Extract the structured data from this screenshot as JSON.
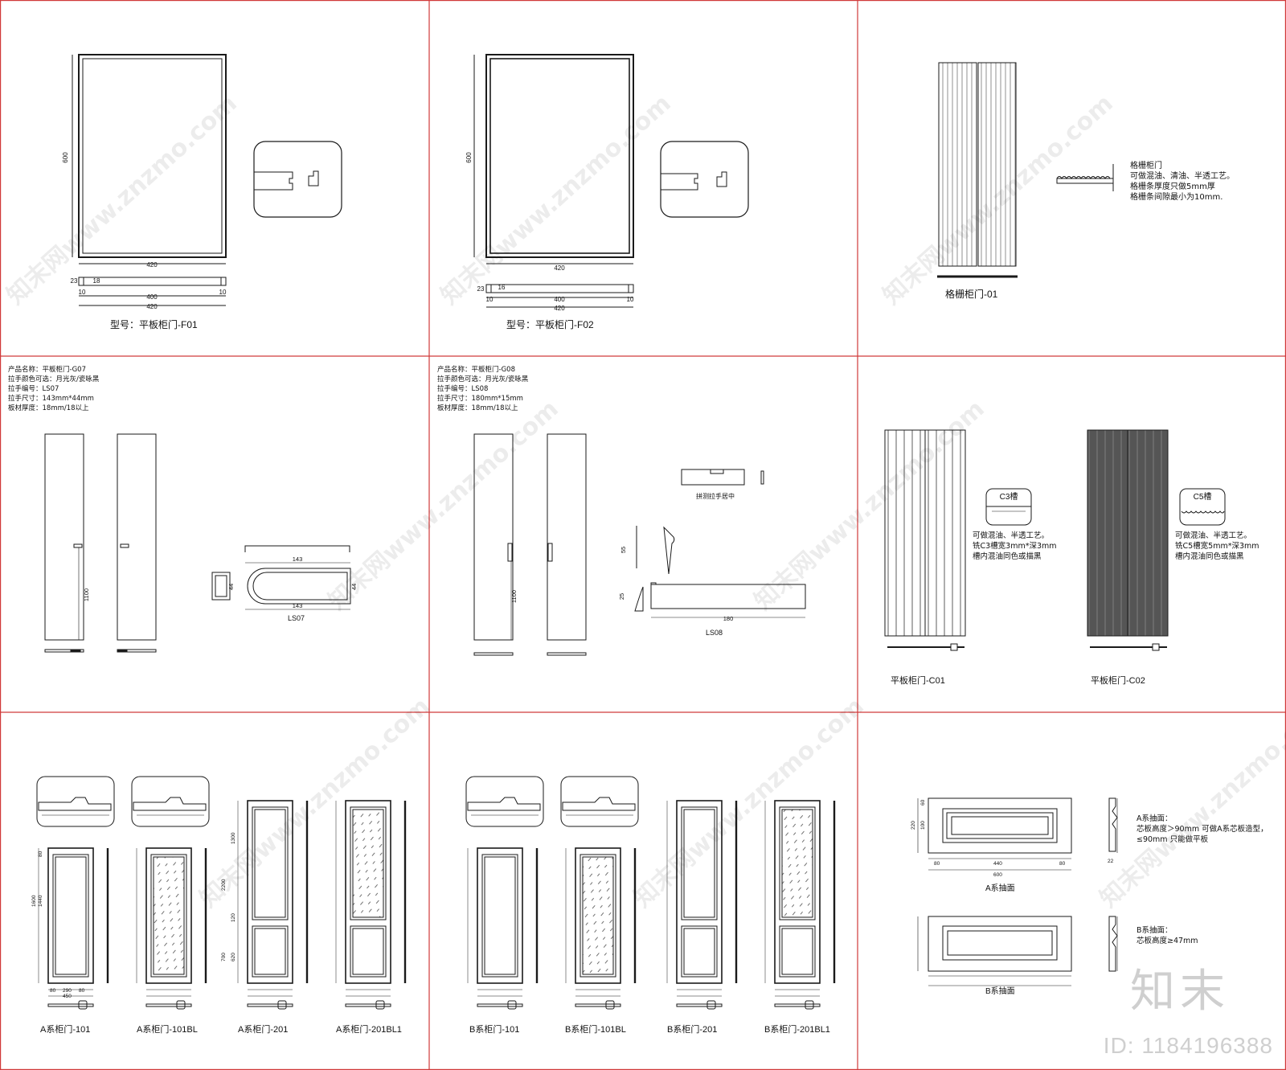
{
  "colors": {
    "grid": "#d03a3a",
    "line": "#1a1a1a",
    "dark_panel": "#555555",
    "watermark": "#bbbbbb"
  },
  "panel_f01": {
    "model_label": "型号：平板柜门-F01",
    "dim_height": "600",
    "dim_width": "420",
    "dim_thick_a": "23",
    "dim_thick_b": "18",
    "dim_edge_left": "10",
    "dim_center": "400",
    "dim_edge_right": "10",
    "dim_total": "420"
  },
  "panel_f02": {
    "model_label": "型号：平板柜门-F02",
    "dim_height": "600",
    "dim_width": "420",
    "dim_thick_a": "23",
    "dim_thick_b": "16",
    "dim_edge_left": "10",
    "dim_center": "400",
    "dim_edge_right": "10",
    "dim_total": "420"
  },
  "panel_grille": {
    "caption": "格栅柜门-01",
    "notes": [
      "格栅柜门",
      "可做混油、清油、半透工艺。",
      "格栅条厚度只做5mm厚",
      "格栅条间隙最小为10mm."
    ]
  },
  "panel_g07": {
    "specs": [
      "产品名称：平板柜门-G07",
      "拉手颜色可选：月光灰/瓷咏黑",
      "拉手编号：LS07",
      "拉手尺寸：143mm*44mm",
      "板材厚度：18mm/18以上"
    ],
    "dim_handle_h": "1100",
    "dim_top": "143",
    "dim_bottom": "143",
    "dim_side_a": "44",
    "dim_side_b": "44",
    "handle_code": "LS07"
  },
  "panel_g08": {
    "specs": [
      "产品名称：平板柜门-G08",
      "拉手颜色可选：月光灰/瓷咏黑",
      "拉手编号：LS08",
      "拉手尺寸：180mm*15mm",
      "板材厚度：18mm/18以上"
    ],
    "dim_handle_h": "1100",
    "handle_note": "拼测拉手居中",
    "dim_55": "55",
    "dim_25": "25",
    "dim_180": "180",
    "handle_code": "LS08"
  },
  "panel_c": {
    "c01_caption": "平板柜门-C01",
    "c02_caption": "平板柜门-C02",
    "c3_label": "C3槽",
    "c5_label": "C5槽",
    "c3_notes": [
      "可做混油、半透工艺。",
      "铣C3槽宽3mm*深3mm",
      "槽内混油同色或描黑"
    ],
    "c5_notes": [
      "可做混油、半透工艺。",
      "铣C5槽宽5mm*深3mm",
      "槽内混油同色或描黑"
    ]
  },
  "panel_a_series": {
    "doors": [
      {
        "caption": "A系柜门-101",
        "glass": false,
        "tall": false
      },
      {
        "caption": "A系柜门-101BL",
        "glass": true,
        "tall": false
      },
      {
        "caption": "A系柜门-201",
        "glass": false,
        "tall": true
      },
      {
        "caption": "A系柜门-201BL1",
        "glass": true,
        "tall": true
      }
    ],
    "dims": {
      "w_80a": "80",
      "w_290": "290",
      "w_80b": "80",
      "w_450": "450",
      "h_1600": "1600",
      "h_1440": "1440",
      "h_80": "80",
      "h_2200": "2200",
      "h_1300": "1300",
      "h_700": "700",
      "h_620": "620",
      "h_120": "120"
    }
  },
  "panel_b_series": {
    "doors": [
      {
        "caption": "B系柜门-101",
        "glass": false,
        "tall": false
      },
      {
        "caption": "B系柜门-101BL",
        "glass": true,
        "tall": false
      },
      {
        "caption": "B系柜门-201",
        "glass": false,
        "tall": true
      },
      {
        "caption": "B系柜门-201BL1",
        "glass": true,
        "tall": true
      }
    ]
  },
  "panel_drawers": {
    "a_caption": "A系抽面",
    "b_caption": "B系抽面",
    "a_notes": [
      "A系抽面：",
      "芯板高度＞90mm  可做A系芯板造型，",
      "≤90mm  只能做平板"
    ],
    "b_notes": [
      "B系抽面：",
      "芯板高度≥47mm"
    ],
    "dims": {
      "h_220": "220",
      "h_60": "60",
      "h_100": "100",
      "w_80a": "80",
      "w_440": "440",
      "w_80b": "80",
      "w_600": "600",
      "t_22": "22"
    }
  },
  "watermark_text": "知末网www.znzmo.com",
  "logo_text": "知末",
  "id_text": "ID: 1184196388"
}
